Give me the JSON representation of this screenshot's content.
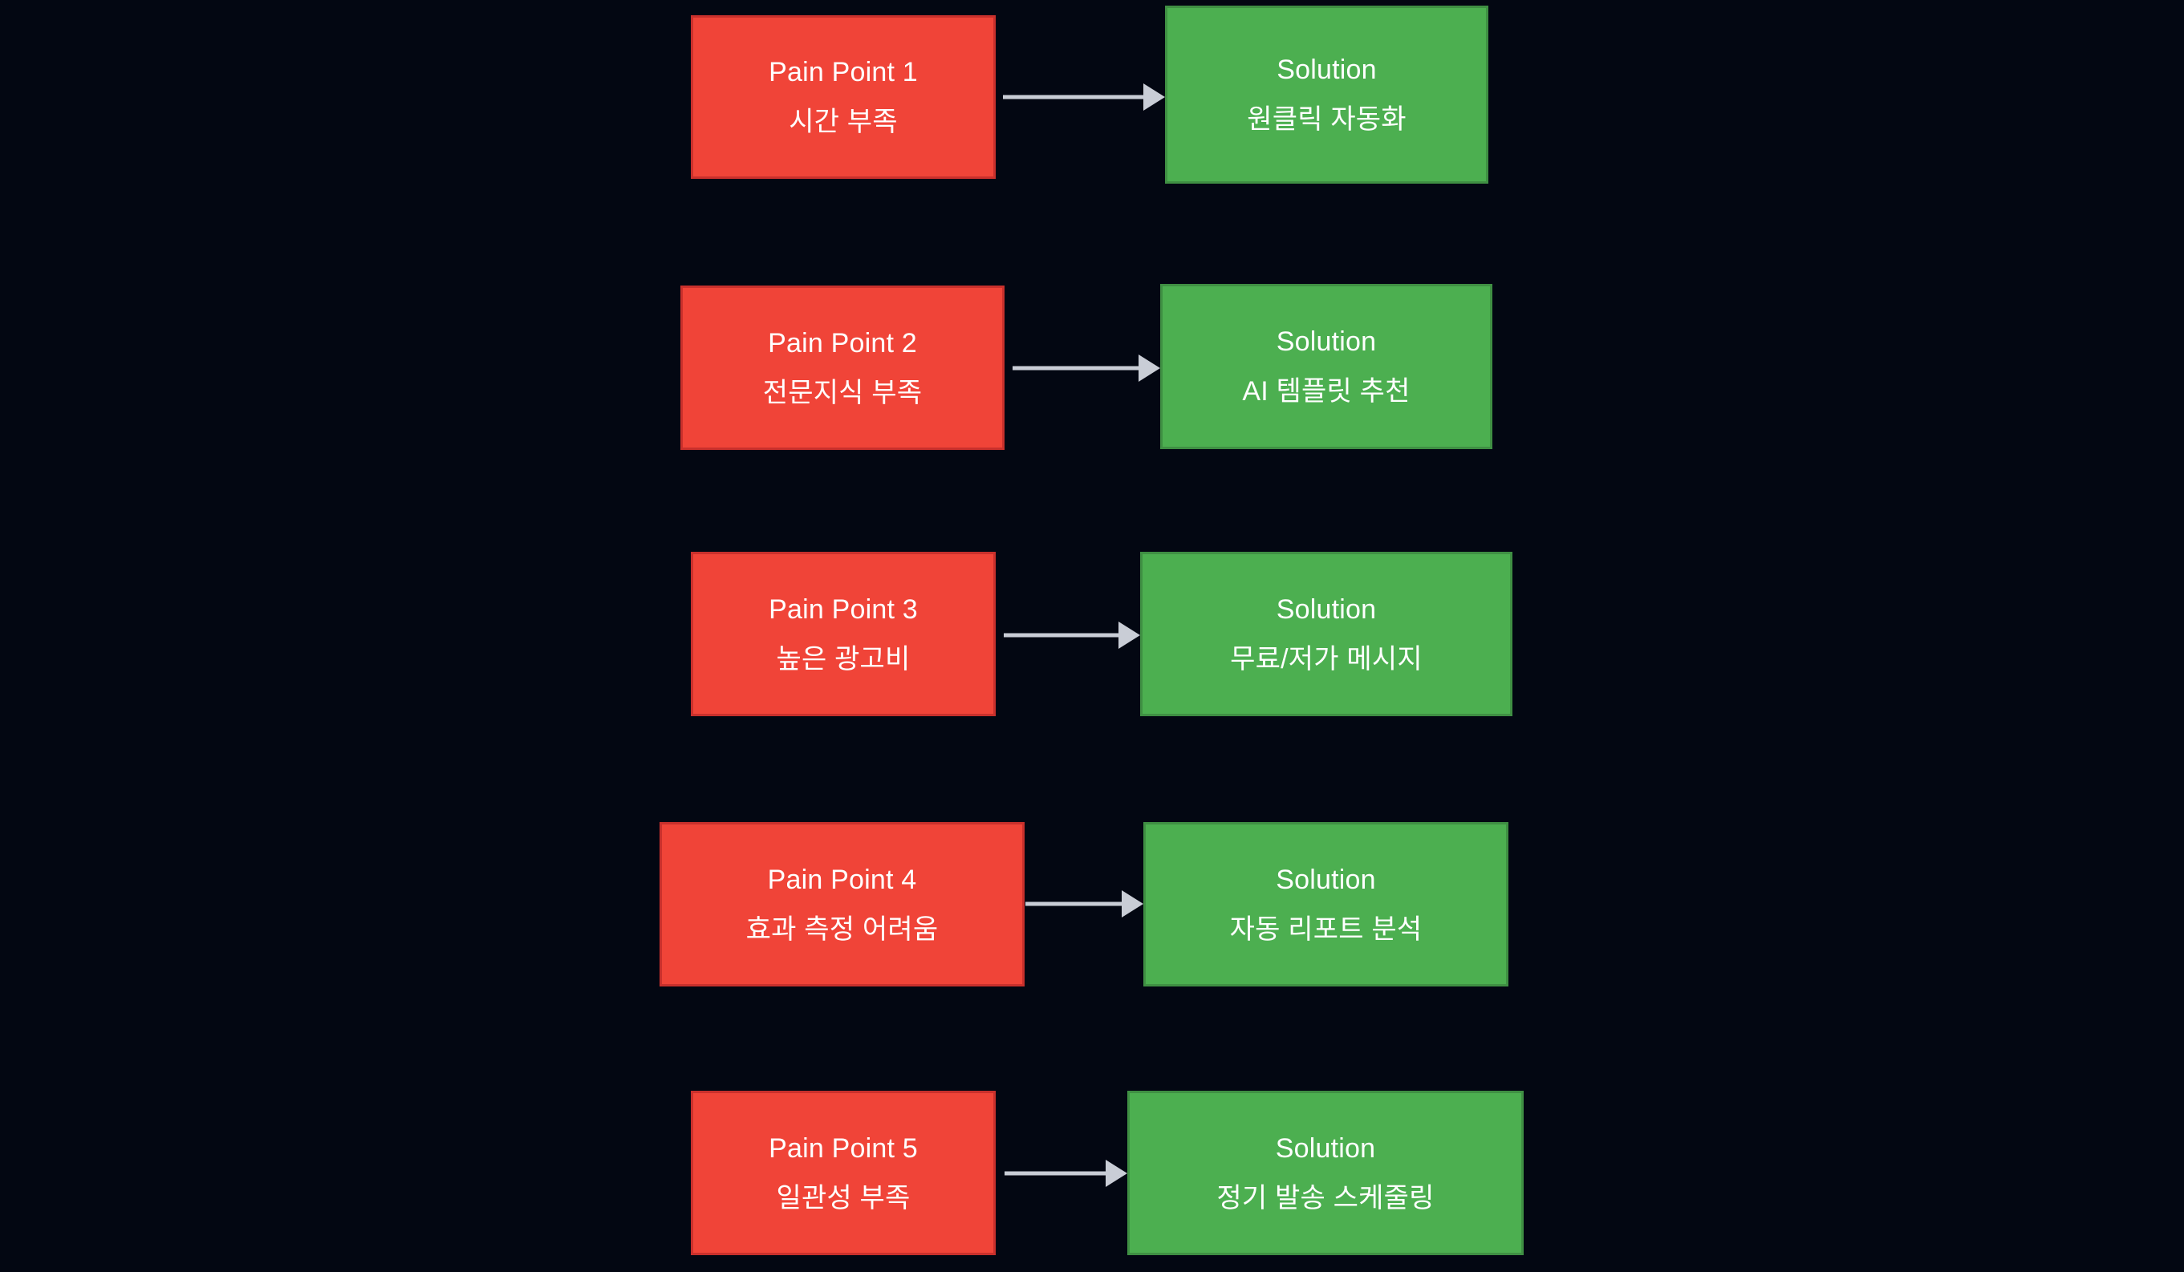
{
  "diagram": {
    "type": "flowchart",
    "orientation": "left-to-right pairs, five stacked rows",
    "background_color": "#030712",
    "pain_color": "#f04438",
    "pain_border_color": "#c9302c",
    "solution_color": "#4caf50",
    "solution_border_color": "#3f8f43",
    "arrow_color": "#c9cdd6",
    "text_color": "#ffffff",
    "rows": [
      {
        "pain": {
          "title": "Pain Point 1",
          "subtitle": "시간 부족"
        },
        "solution": {
          "title": "Solution",
          "subtitle": "원클릭 자동화"
        },
        "arrow": {
          "label": ""
        }
      },
      {
        "pain": {
          "title": "Pain Point 2",
          "subtitle": "전문지식 부족"
        },
        "solution": {
          "title": "Solution",
          "subtitle": "AI 템플릿 추천"
        },
        "arrow": {
          "label": ""
        }
      },
      {
        "pain": {
          "title": "Pain Point 3",
          "subtitle": "높은 광고비"
        },
        "solution": {
          "title": "Solution",
          "subtitle": "무료/저가 메시지"
        },
        "arrow": {
          "label": ""
        }
      },
      {
        "pain": {
          "title": "Pain Point 4",
          "subtitle": "효과 측정 어려움"
        },
        "solution": {
          "title": "Solution",
          "subtitle": "자동 리포트 분석"
        },
        "arrow": {
          "label": ""
        }
      },
      {
        "pain": {
          "title": "Pain Point 5",
          "subtitle": "일관성 부족"
        },
        "solution": {
          "title": "Solution",
          "subtitle": "정기 발송 스케줄링"
        },
        "arrow": {
          "label": ""
        }
      }
    ]
  }
}
